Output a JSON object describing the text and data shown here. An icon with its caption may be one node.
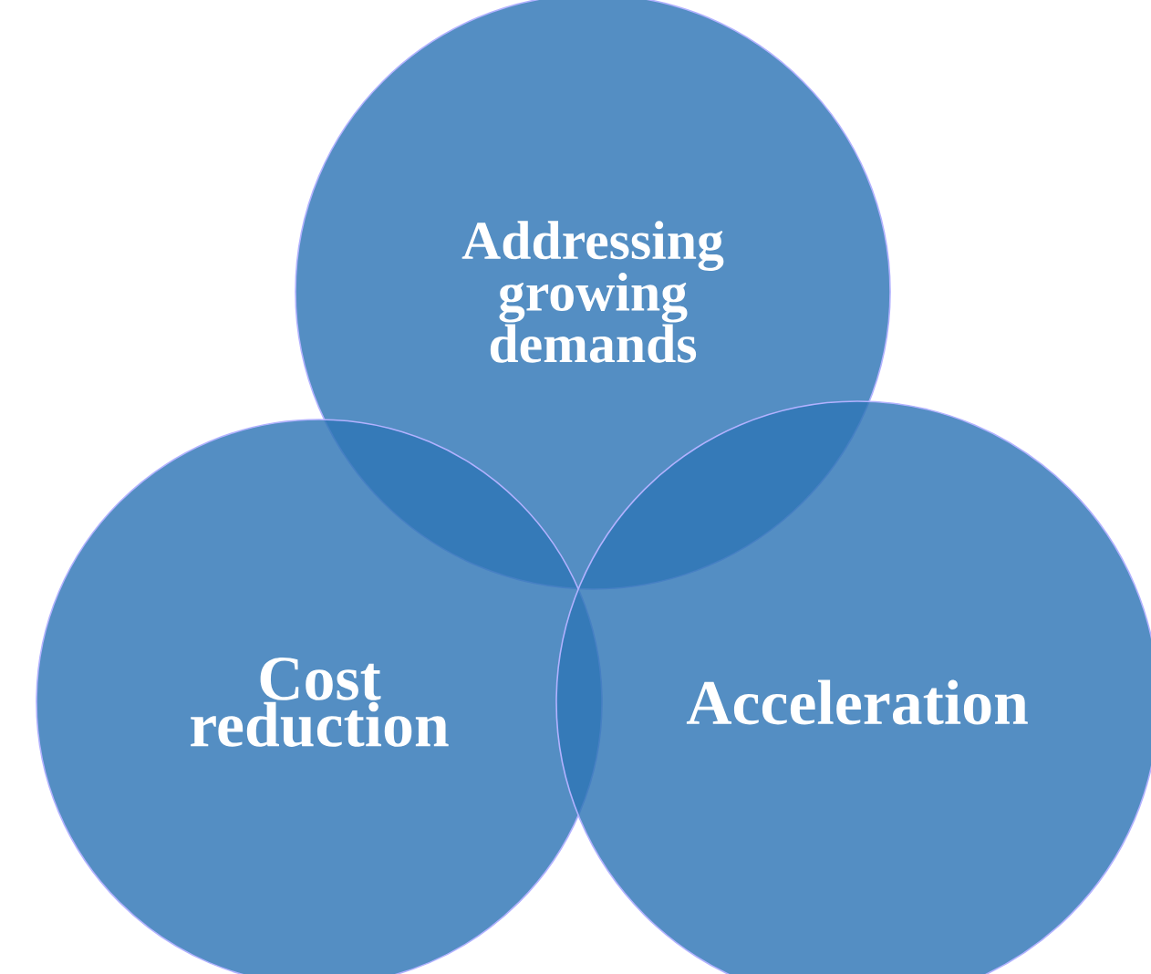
{
  "diagram": {
    "nodes": [
      {
        "text": [
          "Addressing growing demands"
        ]
      },
      {
        "text": [
          "Cost reduction"
        ]
      },
      {
        "text": [
          "Acceleration"
        ]
      }
    ]
  }
}
